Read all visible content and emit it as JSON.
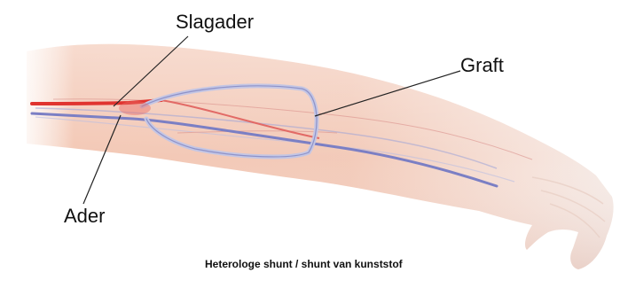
{
  "labels": {
    "artery": "Slagader",
    "graft": "Graft",
    "vein": "Ader"
  },
  "caption": "Heterologe shunt / shunt van kunststof",
  "colors": {
    "background": "#ffffff",
    "skin": "#f3c9b3",
    "artery": "#e0342f",
    "vein": "#7b7fc4",
    "graft": "#c9cbe6",
    "text": "#111111"
  }
}
